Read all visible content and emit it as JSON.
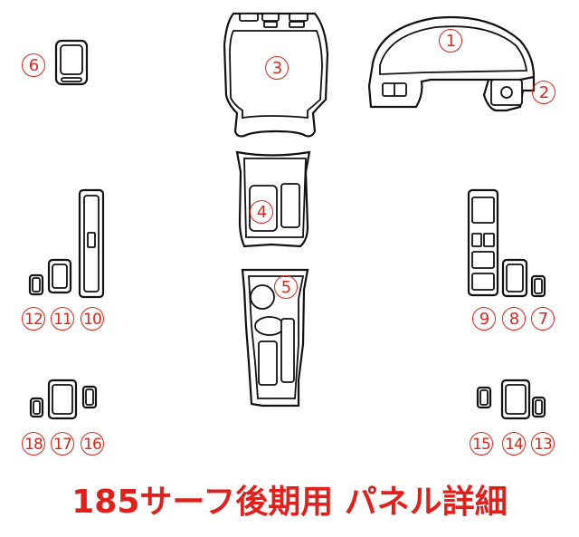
{
  "title": "185サーフ後期用 パネル詳細",
  "accent_color": "#e1201c",
  "part_labels": {
    "p1": "1",
    "p2": "2",
    "p3": "3",
    "p4": "4",
    "p5": "5",
    "p6": "6",
    "p7": "7",
    "p8": "8",
    "p9": "9",
    "p10": "10",
    "p11": "11",
    "p12": "12",
    "p13": "13",
    "p14": "14",
    "p15": "15",
    "p16": "16",
    "p17": "17",
    "p18": "18"
  }
}
